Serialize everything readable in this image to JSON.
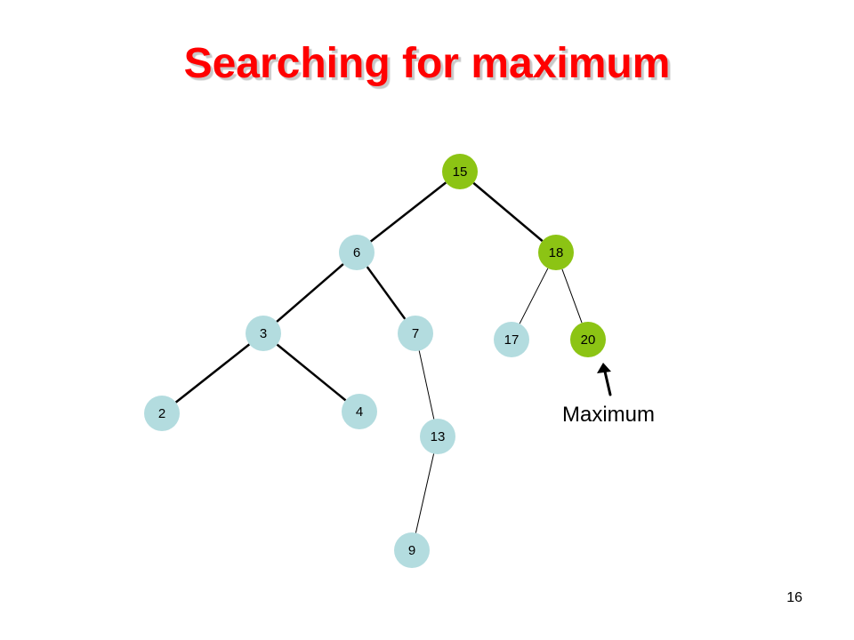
{
  "title": "Searching for maximum",
  "page_number": "16",
  "annotation": "Maximum",
  "colors": {
    "title": "#ff0000",
    "node_default": "#b3dcdf",
    "node_highlight": "#8cc414",
    "edge_default": "#000000",
    "edge_path": "#000000"
  },
  "nodes": [
    {
      "id": "n15",
      "label": "15",
      "highlight": true
    },
    {
      "id": "n6",
      "label": "6",
      "highlight": false
    },
    {
      "id": "n18",
      "label": "18",
      "highlight": true
    },
    {
      "id": "n3",
      "label": "3",
      "highlight": false
    },
    {
      "id": "n7",
      "label": "7",
      "highlight": false
    },
    {
      "id": "n17",
      "label": "17",
      "highlight": false
    },
    {
      "id": "n20",
      "label": "20",
      "highlight": true
    },
    {
      "id": "n2",
      "label": "2",
      "highlight": false
    },
    {
      "id": "n4",
      "label": "4",
      "highlight": false
    },
    {
      "id": "n13",
      "label": "13",
      "highlight": false
    },
    {
      "id": "n9",
      "label": "9",
      "highlight": false
    }
  ],
  "edges": [
    {
      "from": "n15",
      "to": "n6"
    },
    {
      "from": "n15",
      "to": "n18"
    },
    {
      "from": "n6",
      "to": "n3"
    },
    {
      "from": "n6",
      "to": "n7"
    },
    {
      "from": "n18",
      "to": "n17"
    },
    {
      "from": "n18",
      "to": "n20"
    },
    {
      "from": "n3",
      "to": "n2"
    },
    {
      "from": "n3",
      "to": "n4"
    },
    {
      "from": "n7",
      "to": "n13"
    },
    {
      "from": "n13",
      "to": "n9"
    }
  ]
}
